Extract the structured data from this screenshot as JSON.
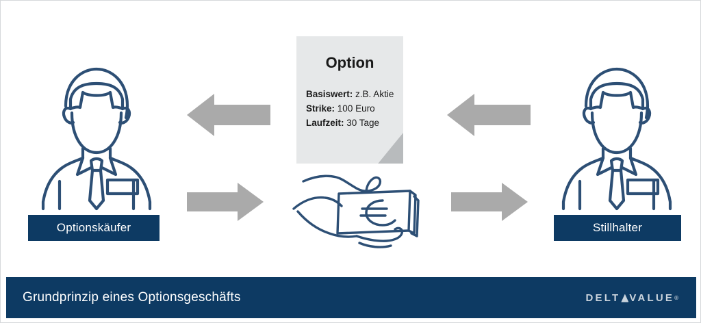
{
  "graphic": {
    "type": "infographic",
    "background": "#ffffff",
    "frame_color": "#d6d8da",
    "accent_navy": "#0d3a63",
    "arrow_gray": "#aaaaaa",
    "card_gray": "#e6e8e9",
    "card_fold_gray": "#b8bbbd",
    "sketch_blue": "#2d4f75"
  },
  "actors": {
    "left": {
      "icon": "businessman-outline-icon",
      "label": "Optionskäufer"
    },
    "right": {
      "icon": "businessman-outline-icon",
      "label": "Stillhalter"
    }
  },
  "card": {
    "title": "Option",
    "lines": [
      {
        "label": "Basiswert:",
        "value": "z.B. Aktie"
      },
      {
        "label": "Strike:",
        "value": "100 Euro"
      },
      {
        "label": "Laufzeit:",
        "value": "30 Tage"
      }
    ]
  },
  "arrows": [
    {
      "name": "arrow-option-to-buyer-left",
      "direction": "left"
    },
    {
      "name": "arrow-option-from-writer-right",
      "direction": "left"
    },
    {
      "name": "arrow-premium-from-buyer",
      "direction": "right"
    },
    {
      "name": "arrow-premium-to-writer",
      "direction": "right"
    }
  ],
  "money": {
    "icon": "hand-holding-euro-banknotes-icon",
    "currency_symbol": "€"
  },
  "banner": {
    "title": "Grundprinzip eines Optionsgeschäfts",
    "logo": {
      "prefix": "DELT",
      "delta": "delta-triangle-icon",
      "suffix": "VALUE",
      "registered": "®"
    }
  }
}
